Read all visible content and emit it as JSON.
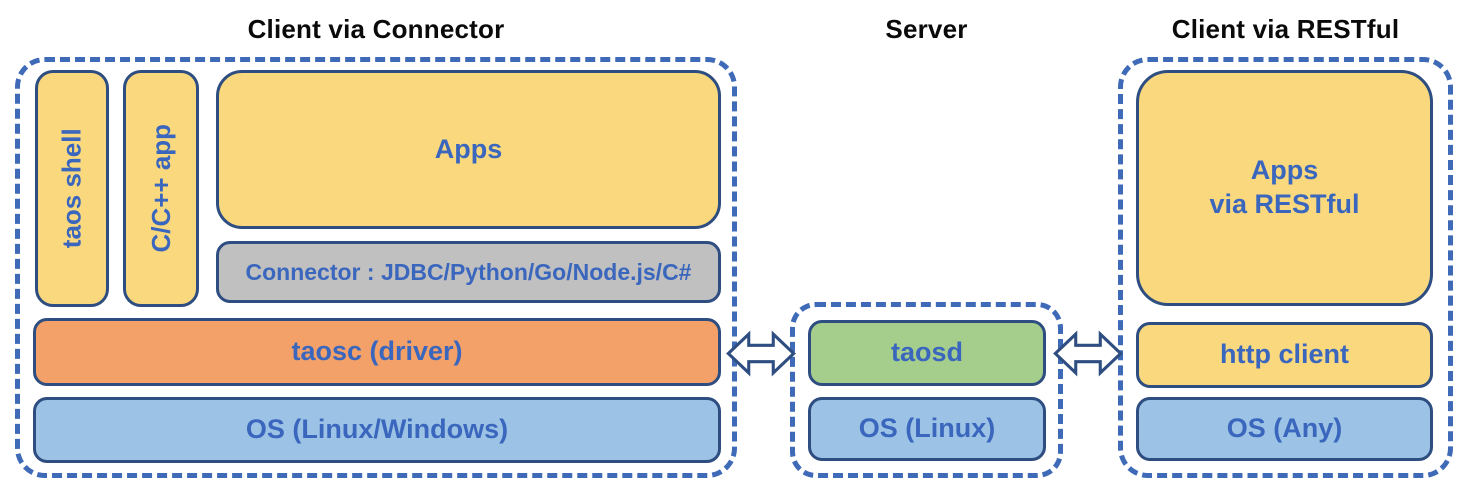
{
  "diagram": {
    "sections": {
      "client_connector": {
        "title": "Client via Connector",
        "taos_shell": "taos shell",
        "cpp_app": "C/C++ app",
        "apps": "Apps",
        "connector": "Connector : JDBC/Python/Go/Node.js/C#",
        "taosc": "taosc (driver)",
        "os": "OS (Linux/Windows)"
      },
      "server": {
        "title": "Server",
        "taosd": "taosd",
        "os": "OS (Linux)"
      },
      "client_restful": {
        "title": "Client via RESTful",
        "apps_line1": "Apps",
        "apps_line2": "via RESTful",
        "http_client": "http client",
        "os": "OS (Any)"
      }
    },
    "connections": [
      {
        "from": "taosc (driver)",
        "to": "taosd",
        "type": "bidirectional-arrow"
      },
      {
        "from": "taosd",
        "to": "http client",
        "type": "bidirectional-arrow"
      }
    ],
    "colors": {
      "app_box_fill": "#fad87e",
      "connector_box_fill": "#c0c0c0",
      "driver_box_fill": "#f3a169",
      "server_daemon_fill": "#a5ce8c",
      "os_box_fill": "#9cc3e5",
      "box_border": "#2e4d80",
      "dashed_container_border": "#3f6ab8",
      "box_label_text": "#3a67bd",
      "section_title_text": "#0a0a0a",
      "arrow_fill": "#ffffff",
      "arrow_stroke": "#2e4d80"
    }
  }
}
